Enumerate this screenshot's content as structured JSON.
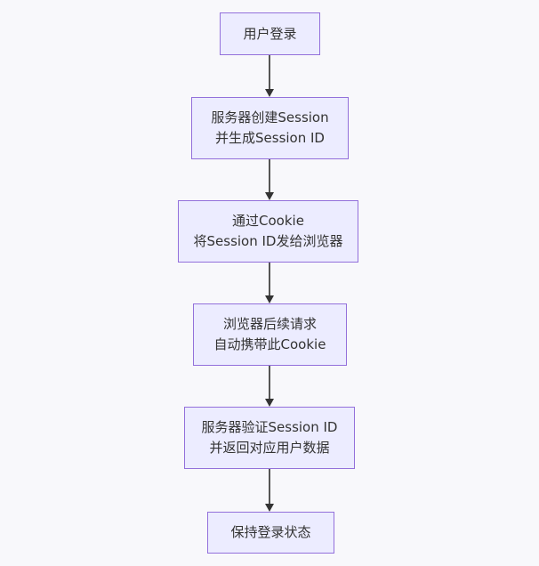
{
  "diagram": {
    "type": "flowchart",
    "direction": "top-down",
    "colors": {
      "background": "#f8f8fb",
      "node_fill": "#ececff",
      "node_border": "#9370db",
      "text": "#333333",
      "arrow_shaft": "#555555",
      "arrow_head": "#333333"
    },
    "nodes": [
      {
        "id": "user-login",
        "lines": [
          "用户登录",
          ""
        ]
      },
      {
        "id": "server-create-session",
        "lines": [
          "服务器创建Session",
          "并生成Session ID"
        ]
      },
      {
        "id": "cookie-send-sid",
        "lines": [
          "通过Cookie",
          "将Session ID发给浏览器"
        ]
      },
      {
        "id": "browser-carries-cookie",
        "lines": [
          "浏览器后续请求",
          "自动携带此Cookie"
        ]
      },
      {
        "id": "server-verify-sid",
        "lines": [
          "服务器验证Session ID",
          "并返回对应用户数据"
        ]
      },
      {
        "id": "stay-logged-in",
        "lines": [
          "保持登录状态",
          ""
        ]
      }
    ],
    "edges": [
      {
        "from": "user-login",
        "to": "server-create-session"
      },
      {
        "from": "server-create-session",
        "to": "cookie-send-sid"
      },
      {
        "from": "cookie-send-sid",
        "to": "browser-carries-cookie"
      },
      {
        "from": "browser-carries-cookie",
        "to": "server-verify-sid"
      },
      {
        "from": "server-verify-sid",
        "to": "stay-logged-in"
      }
    ]
  }
}
